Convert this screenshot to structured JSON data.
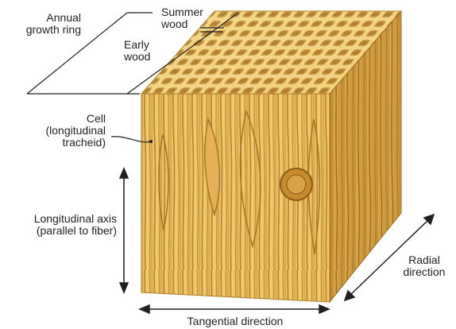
{
  "labels": {
    "annual_growth_ring": "Annual\ngrowth ring",
    "summer_wood": "Summer\nwood",
    "early_wood": "Early\nwood",
    "cell": "Cell\n(longitudinal\ntracheid)",
    "longitudinal_axis": "Longitudinal axis\n(parallel to fiber)",
    "radial_direction": "Radial\ndirection",
    "tangential_direction": "Tangential direction"
  },
  "colors": {
    "wood_light": "#f3d98a",
    "wood_mid": "#d9a94a",
    "wood_dark": "#9c6a1c",
    "ink": "#231f20"
  }
}
